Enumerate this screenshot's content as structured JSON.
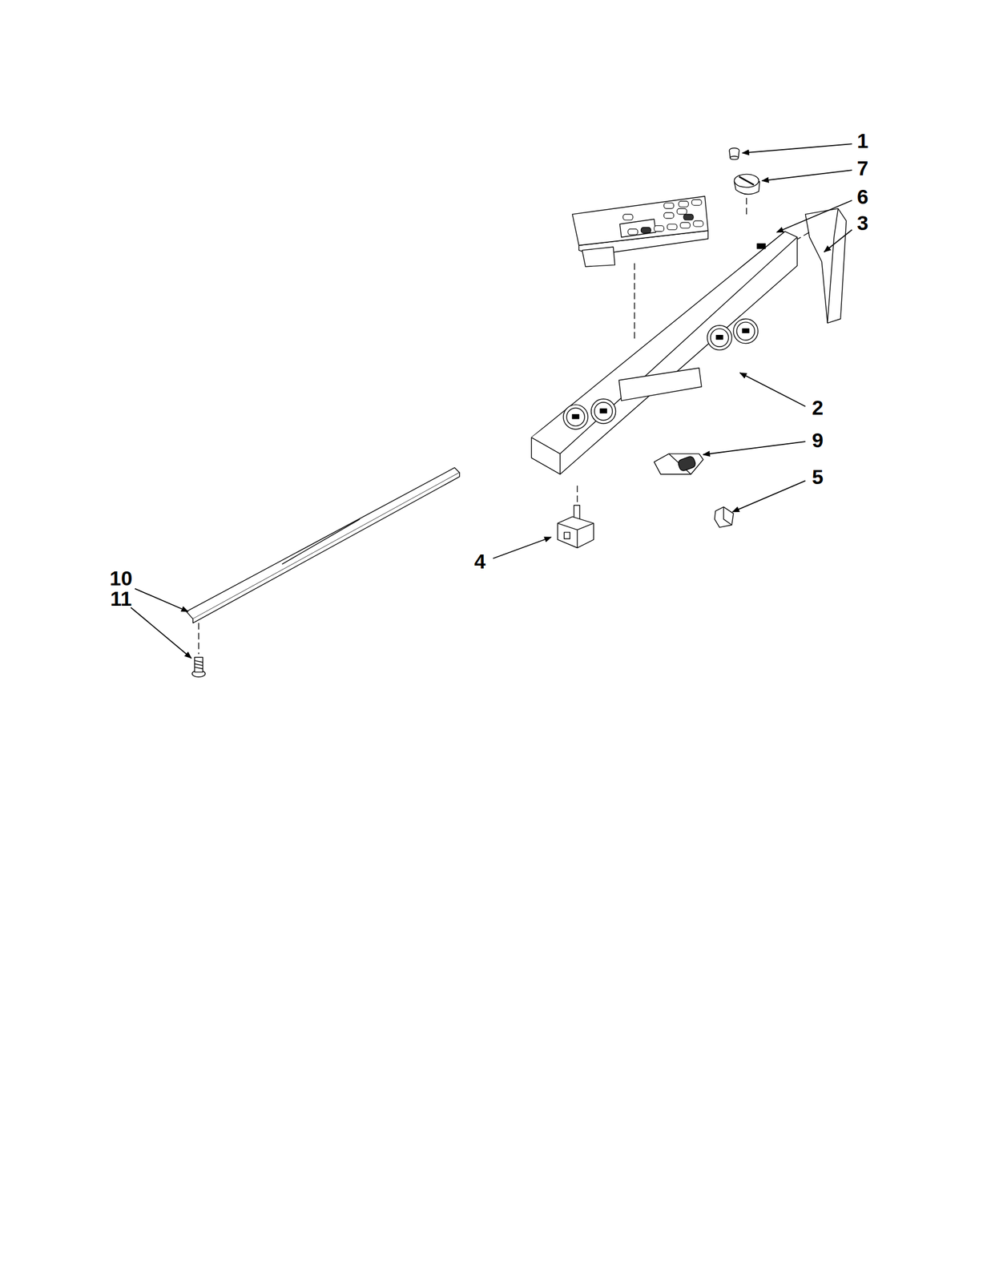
{
  "diagram": {
    "labels": [
      "1",
      "7",
      "6",
      "3",
      "2",
      "9",
      "5",
      "4",
      "10",
      "11"
    ]
  }
}
